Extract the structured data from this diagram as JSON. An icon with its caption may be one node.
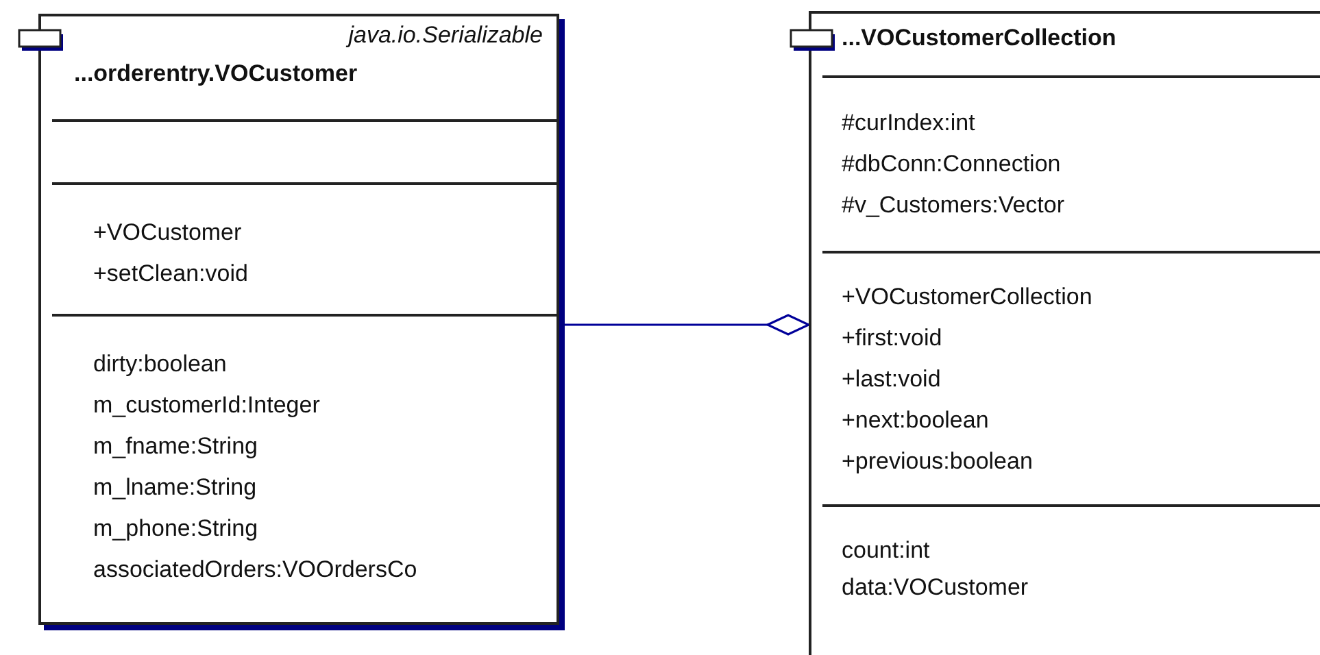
{
  "diagram": {
    "nodes": [
      {
        "text": [
          "java.io.Serializable",
          "...orderentry.VOCustomer",
          "+VOCustomer",
          "+setClean:void",
          "dirty:boolean",
          "m_customerId:Integer",
          "m_fname:String",
          "m_lname:String",
          "m_phone:String",
          "associatedOrders:VOOrdersCo"
        ]
      },
      {
        "text": [
          "...VOCustomerCollection",
          "#curIndex:int",
          "#dbConn:Connection",
          "#v_Customers:Vector",
          "+VOCustomerCollection",
          "+first:void",
          "+last:void",
          "+next:boolean",
          "+previous:boolean",
          "count:int",
          "data:VOCustomer"
        ]
      }
    ],
    "edges": [
      {
        "from": 0,
        "to": 1,
        "arrow": "other",
        "color": "#000099"
      }
    ]
  }
}
